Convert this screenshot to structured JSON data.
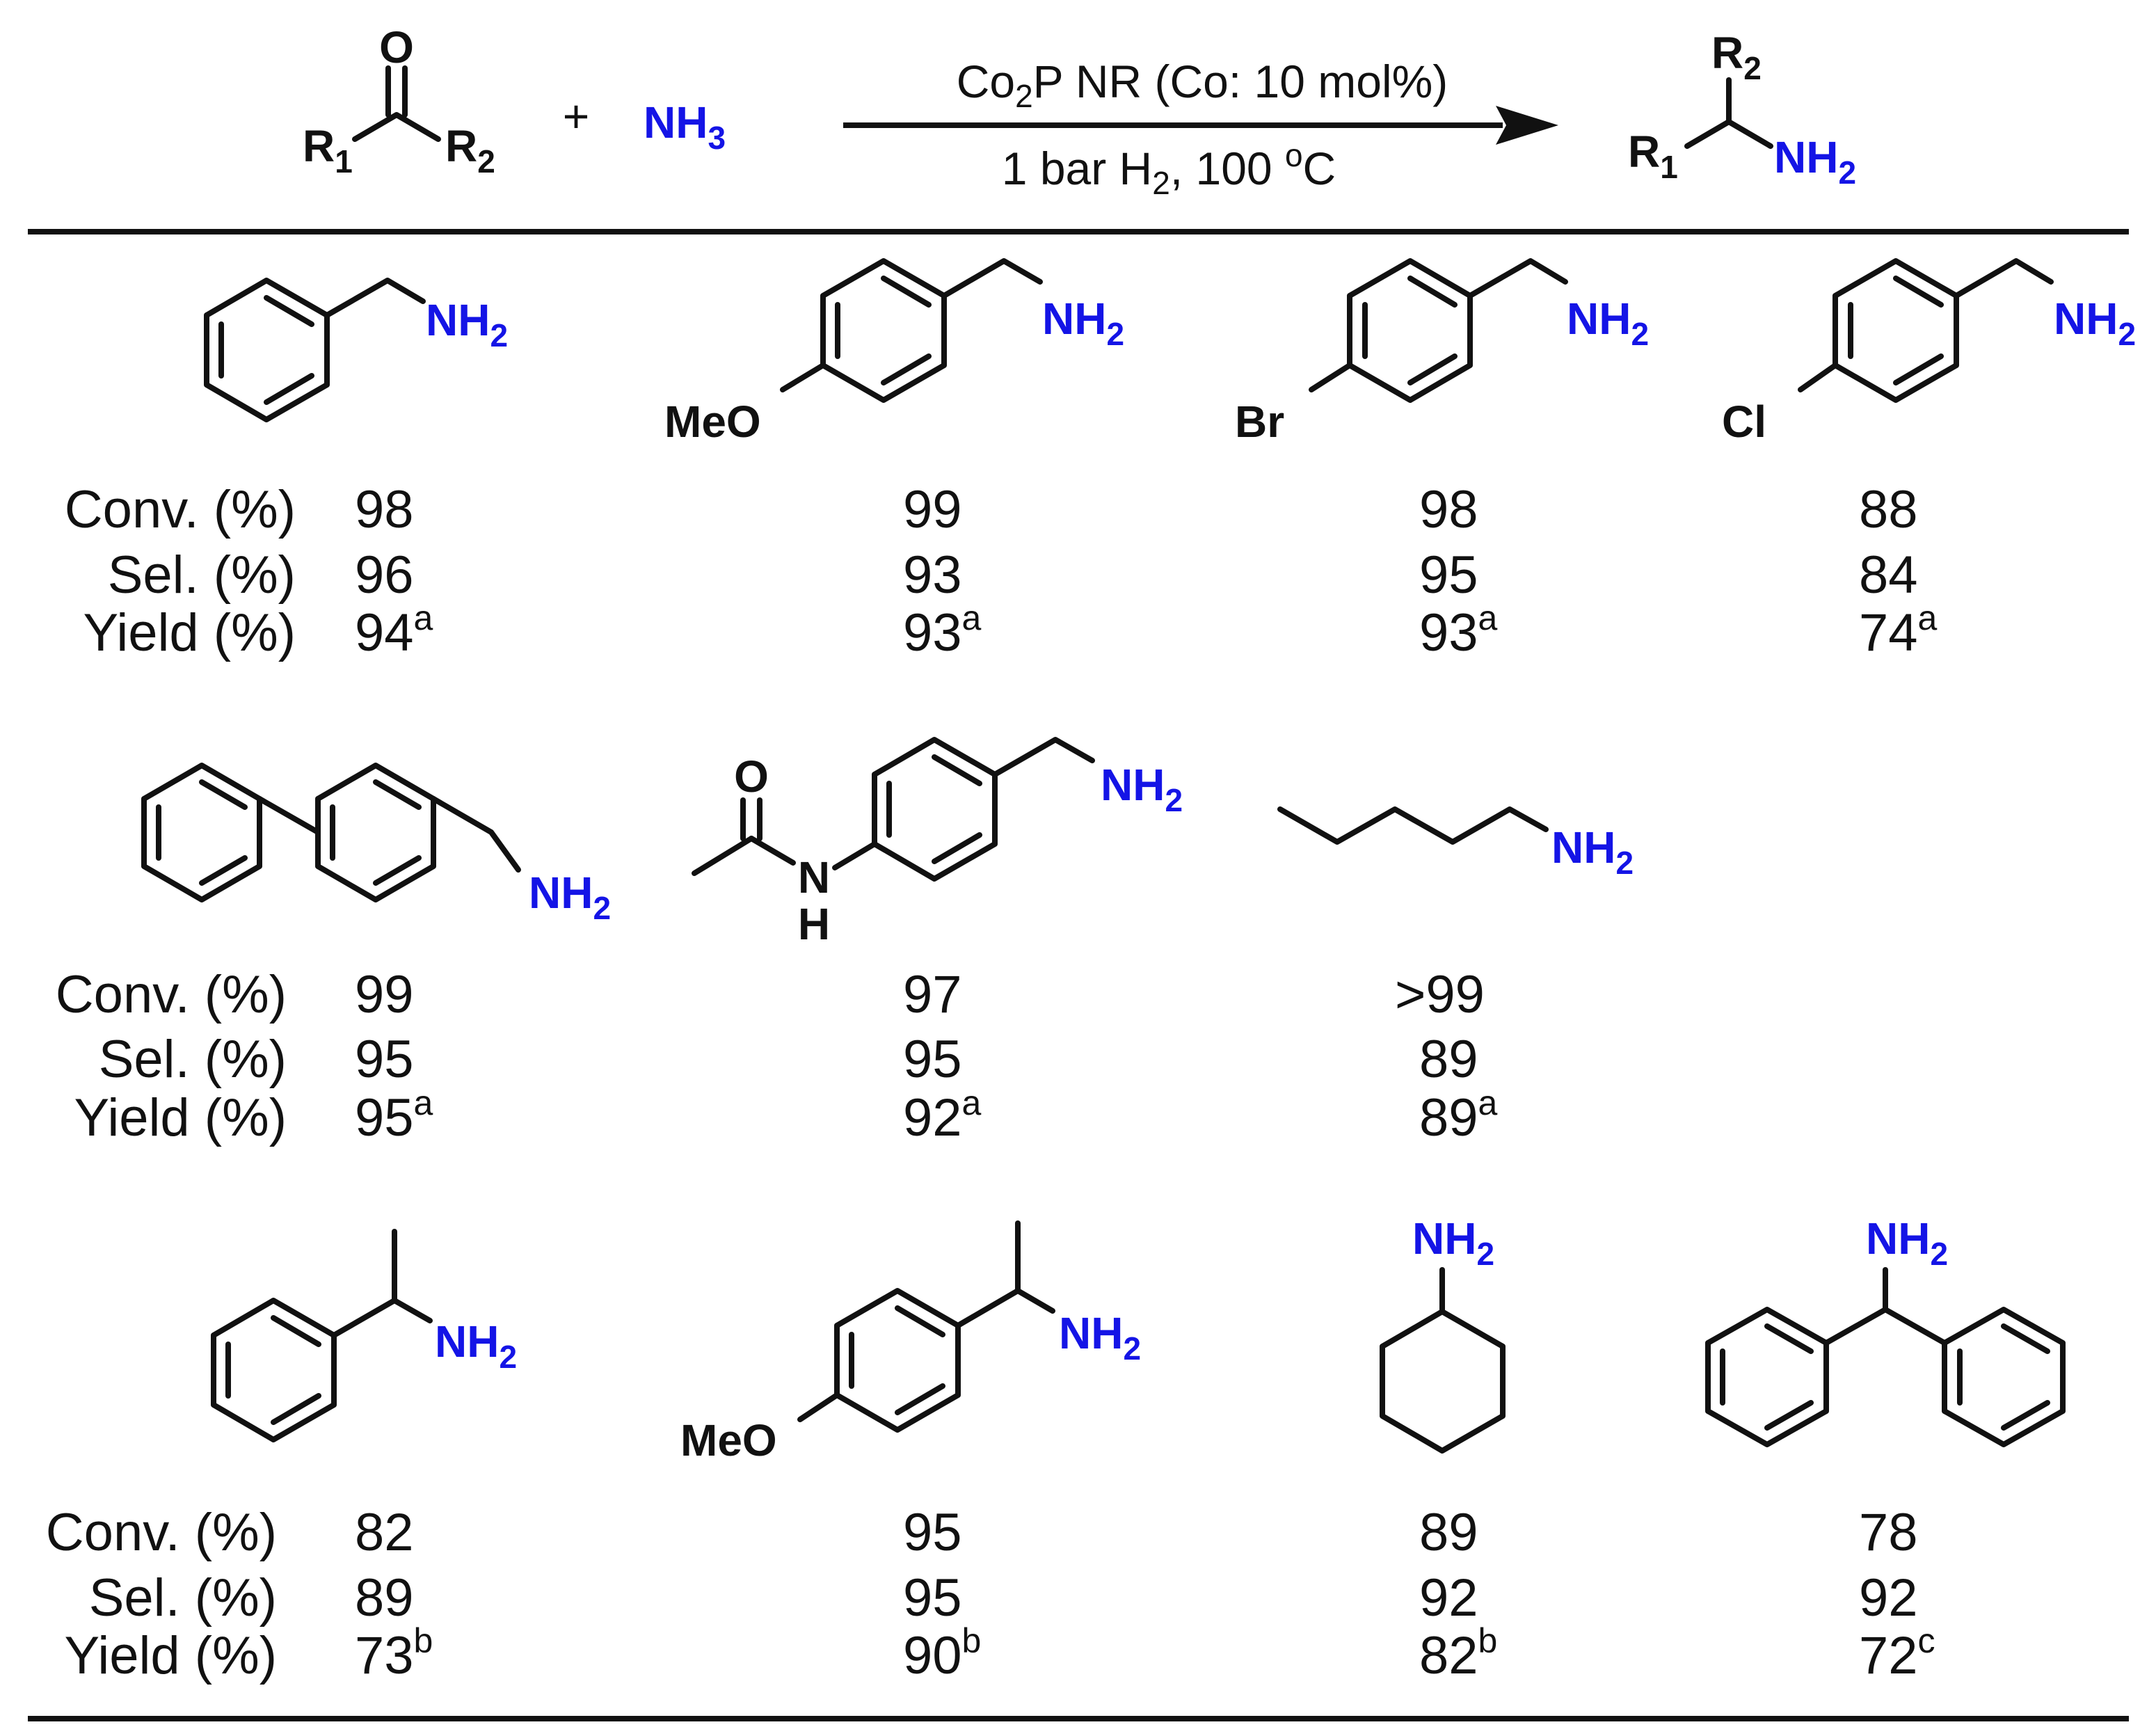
{
  "scheme": {
    "ketone": {
      "oxygen": "O",
      "r1": "R",
      "r1_sub": "1",
      "r2": "R",
      "r2_sub": "2"
    },
    "plus": "+",
    "ammonia": {
      "main": "NH",
      "sub": "3"
    },
    "arrow_above": {
      "pre": "Co",
      "sub": "2",
      "post": "P NR (Co: 10 mol%)"
    },
    "arrow_below": {
      "pre": "1 bar H",
      "sub": "2",
      "mid": ", 100 ",
      "sup": "o",
      "post": "C"
    },
    "product": {
      "r2": "R",
      "r2_sub": "2",
      "r1": "R",
      "r1_sub": "1",
      "amine": "NH",
      "amine_sub": "2"
    }
  },
  "atoms": {
    "amine": "NH",
    "amine_sub": "2",
    "methoxy": "MeO",
    "bromo": "Br",
    "chloro": "Cl",
    "oxygen": "O",
    "nitrogen": "N",
    "hydrogen": "H"
  },
  "labels": {
    "conv": "Conv. (%)",
    "sel": "Sel. (%)",
    "yield": "Yield (%)"
  },
  "rows": [
    {
      "products": [
        {
          "conv": "98",
          "sel": "96",
          "yield": "94",
          "note": "a"
        },
        {
          "conv": "99",
          "sel": "93",
          "yield": "93",
          "note": "a"
        },
        {
          "conv": "98",
          "sel": "95",
          "yield": "93",
          "note": "a"
        },
        {
          "conv": "88",
          "sel": "84",
          "yield": "74",
          "note": "a"
        }
      ]
    },
    {
      "products": [
        {
          "conv": "99",
          "sel": "95",
          "yield": "95",
          "note": "a"
        },
        {
          "conv": "97",
          "sel": "95",
          "yield": "92",
          "note": "a"
        },
        {
          "conv": ">99",
          "sel": "89",
          "yield": "89",
          "note": "a"
        }
      ]
    },
    {
      "products": [
        {
          "conv": "82",
          "sel": "89",
          "yield": "73",
          "note": "b"
        },
        {
          "conv": "95",
          "sel": "95",
          "yield": "90",
          "note": "b"
        },
        {
          "conv": "89",
          "sel": "92",
          "yield": "82",
          "note": "b"
        },
        {
          "conv": "78",
          "sel": "92",
          "yield": "72",
          "note": "c"
        }
      ]
    }
  ]
}
